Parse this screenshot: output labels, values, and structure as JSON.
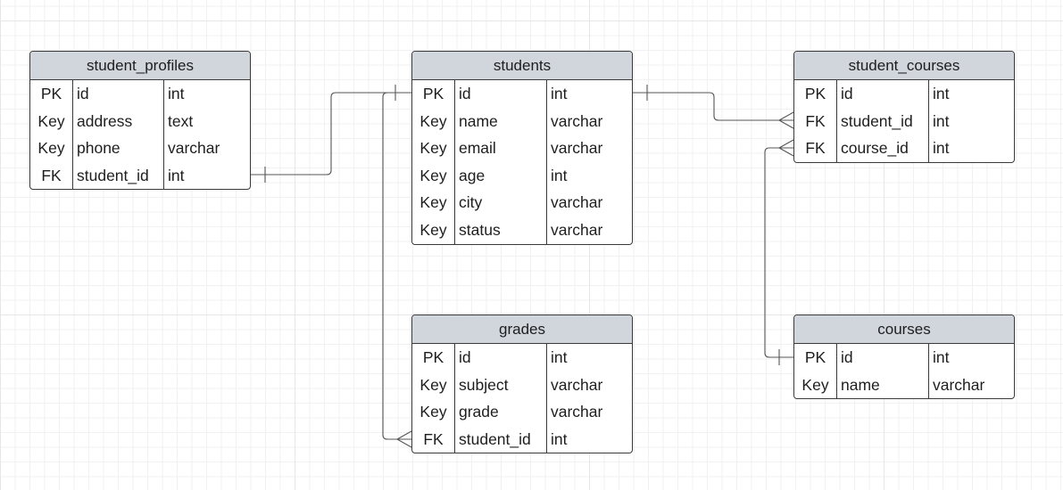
{
  "entities": {
    "student_profiles": {
      "title": "student_profiles",
      "rows": [
        {
          "key": "PK",
          "name": "id",
          "type": "int"
        },
        {
          "key": "Key",
          "name": "address",
          "type": "text"
        },
        {
          "key": "Key",
          "name": "phone",
          "type": "varchar"
        },
        {
          "key": "FK",
          "name": "student_id",
          "type": "int"
        }
      ]
    },
    "students": {
      "title": "students",
      "rows": [
        {
          "key": "PK",
          "name": "id",
          "type": "int"
        },
        {
          "key": "Key",
          "name": "name",
          "type": "varchar"
        },
        {
          "key": "Key",
          "name": "email",
          "type": "varchar"
        },
        {
          "key": "Key",
          "name": "age",
          "type": "int"
        },
        {
          "key": "Key",
          "name": "city",
          "type": "varchar"
        },
        {
          "key": "Key",
          "name": "status",
          "type": "varchar"
        }
      ]
    },
    "student_courses": {
      "title": "student_courses",
      "rows": [
        {
          "key": "PK",
          "name": "id",
          "type": "int"
        },
        {
          "key": "FK",
          "name": "student_id",
          "type": "int"
        },
        {
          "key": "FK",
          "name": "course_id",
          "type": "int"
        }
      ]
    },
    "grades": {
      "title": "grades",
      "rows": [
        {
          "key": "PK",
          "name": "id",
          "type": "int"
        },
        {
          "key": "Key",
          "name": "subject",
          "type": "varchar"
        },
        {
          "key": "Key",
          "name": "grade",
          "type": "varchar"
        },
        {
          "key": "FK",
          "name": "student_id",
          "type": "int"
        }
      ]
    },
    "courses": {
      "title": "courses",
      "rows": [
        {
          "key": "PK",
          "name": "id",
          "type": "int"
        },
        {
          "key": "Key",
          "name": "name",
          "type": "varchar"
        }
      ]
    }
  },
  "relationships": [
    {
      "from": "student_profiles.student_id",
      "to": "students.id",
      "cardinality": "one-to-one"
    },
    {
      "from": "students.id",
      "to": "student_courses.student_id",
      "cardinality": "one-to-many"
    },
    {
      "from": "students.id",
      "to": "grades.student_id",
      "cardinality": "one-to-many"
    },
    {
      "from": "courses.id",
      "to": "student_courses.course_id",
      "cardinality": "one-to-many"
    }
  ],
  "colors": {
    "header_bg": "#d1d5dc",
    "border": "#3a3a3a",
    "connector": "#555555",
    "grid": "#e6e6e6"
  }
}
